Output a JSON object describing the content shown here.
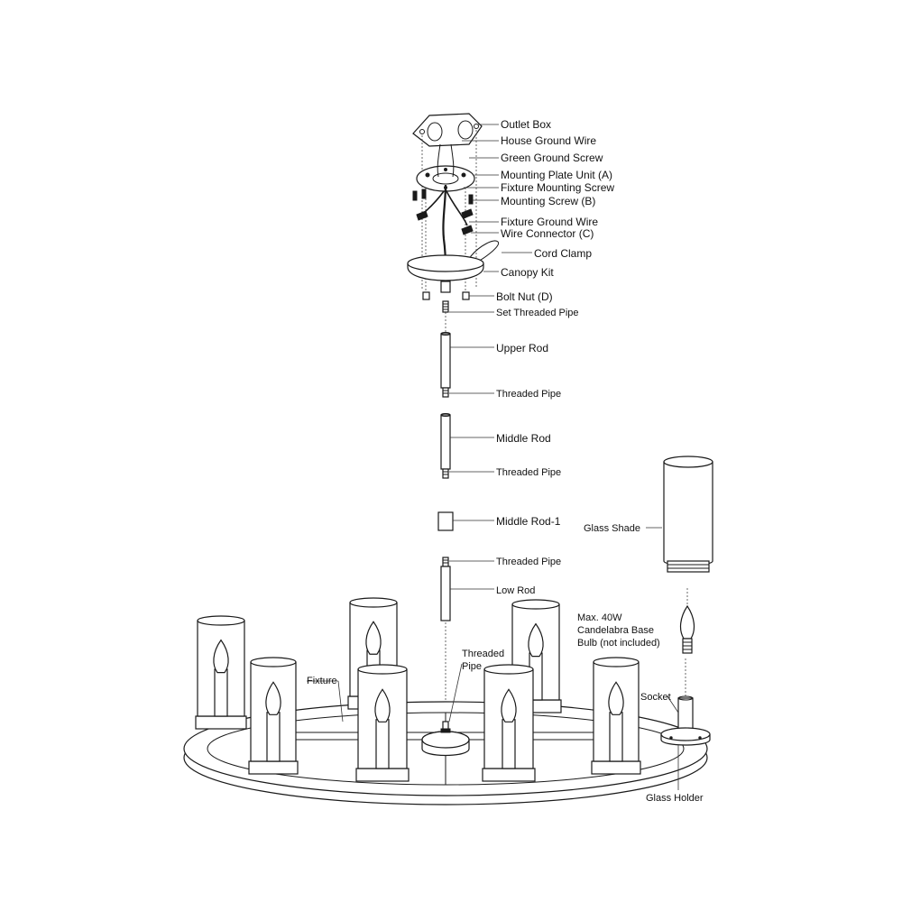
{
  "labels": {
    "outlet_box": "Outlet Box",
    "house_ground_wire": "House Ground Wire",
    "green_ground_screw": "Green Ground Screw",
    "mounting_plate_unit": "Mounting Plate Unit (A)",
    "fixture_mounting_screw": "Fixture Mounting Screw",
    "mounting_screw": "Mounting Screw (B)",
    "fixture_ground_wire": "Fixture Ground Wire",
    "wire_connector": "Wire Connector (C)",
    "cord_clamp": "Cord Clamp",
    "canopy_kit": "Canopy Kit",
    "bolt_nut": "Bolt Nut (D)",
    "set_threaded_pipe": "Set Threaded Pipe",
    "upper_rod": "Upper Rod",
    "threaded_pipe_1": "Threaded Pipe",
    "middle_rod": "Middle Rod",
    "threaded_pipe_2": "Threaded Pipe",
    "middle_rod_1": "Middle Rod-1",
    "threaded_pipe_3": "Threaded Pipe",
    "low_rod": "Low Rod",
    "threaded_pipe_4_line1": "Threaded",
    "threaded_pipe_4_line2": "Pipe",
    "fixture": "Fixture",
    "glass_shade": "Glass Shade",
    "bulb_line1": "Max. 40W",
    "bulb_line2": "Candelabra Base",
    "bulb_line3": "Bulb (not included)",
    "socket": "Socket",
    "glass_holder": "Glass Holder"
  }
}
